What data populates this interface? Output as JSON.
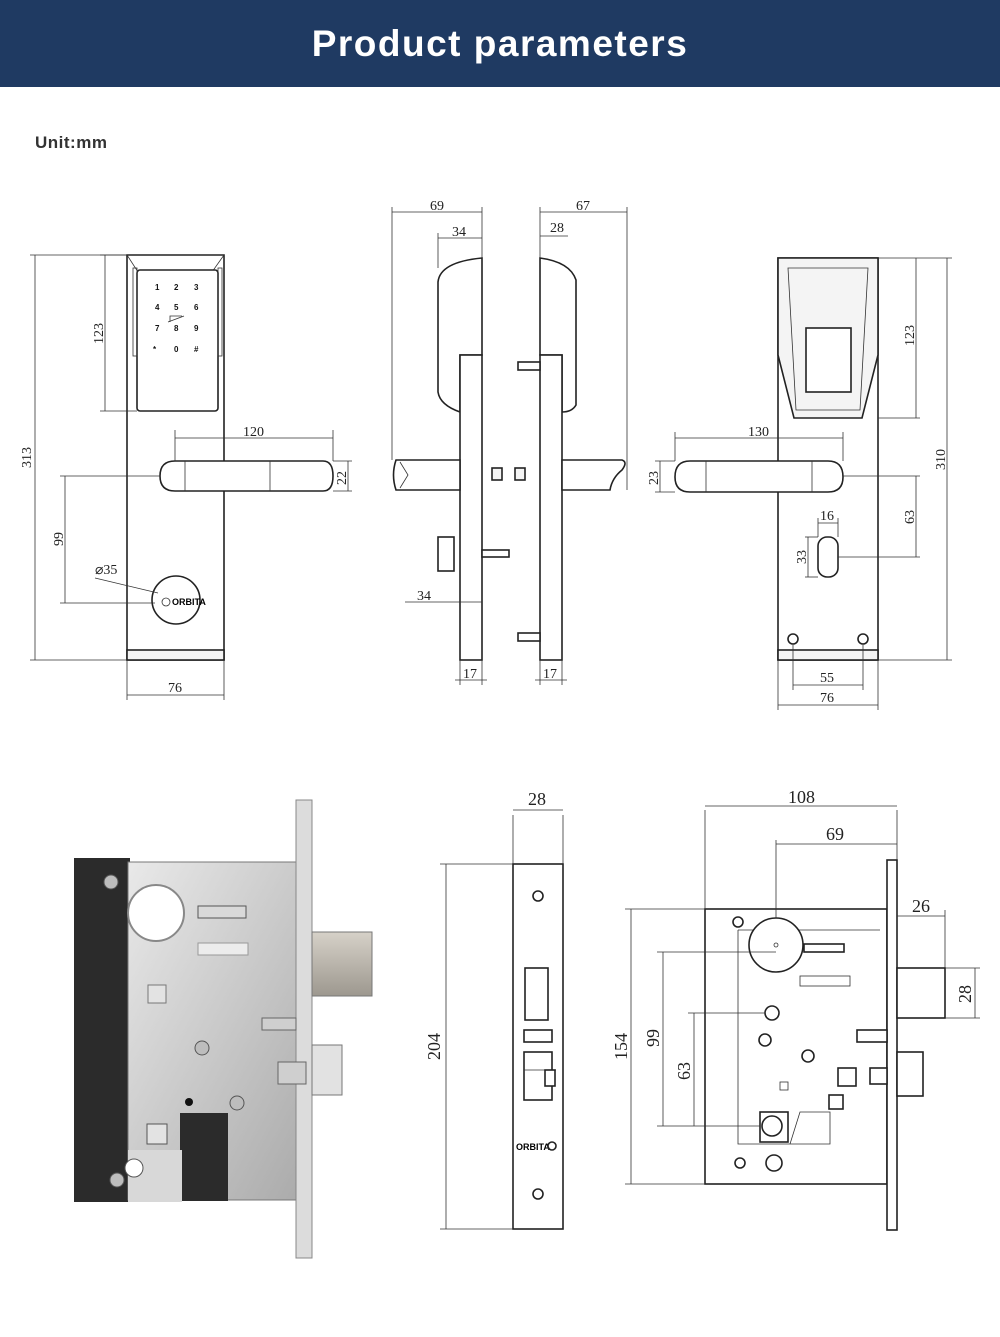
{
  "header": {
    "title": "Product parameters"
  },
  "unit_label": "Unit:mm",
  "brand_mark": "ORBITA",
  "keypad": {
    "keys": [
      "1",
      "2",
      "3",
      "4",
      "5",
      "6",
      "7",
      "8",
      "9",
      "*",
      "0",
      "#"
    ]
  },
  "colors": {
    "header_bg": "#1f3a62",
    "header_text": "#ffffff",
    "line": "#222222"
  },
  "views": {
    "front": {
      "height": "313",
      "keypad_height": "123",
      "handle_length": "120",
      "handle_thickness": "22",
      "cylinder_offset": "99",
      "cylinder_diameter": "⌀35",
      "width": "76"
    },
    "side_left": {
      "depth_total": "69",
      "depth_head": "34",
      "spindle_offset": "34",
      "plate": "17"
    },
    "side_right": {
      "depth_total": "67",
      "depth_head": "28",
      "plate": "17"
    },
    "back": {
      "height": "310",
      "panel_height": "123",
      "handle_length": "130",
      "handle_thickness": "23",
      "slot_offset": "63",
      "slot_width": "16",
      "slot_height": "33",
      "screw_pitch": "55",
      "width": "76"
    },
    "mortise_front": {
      "faceplate_width": "28",
      "faceplate_height": "204"
    },
    "mortise_side": {
      "case_length": "108",
      "backset": "69",
      "latch_projection": "26",
      "latch_height": "28",
      "case_height": "154",
      "spindle_to_bolt": "99",
      "cylinder_to_bolt": "63"
    }
  }
}
